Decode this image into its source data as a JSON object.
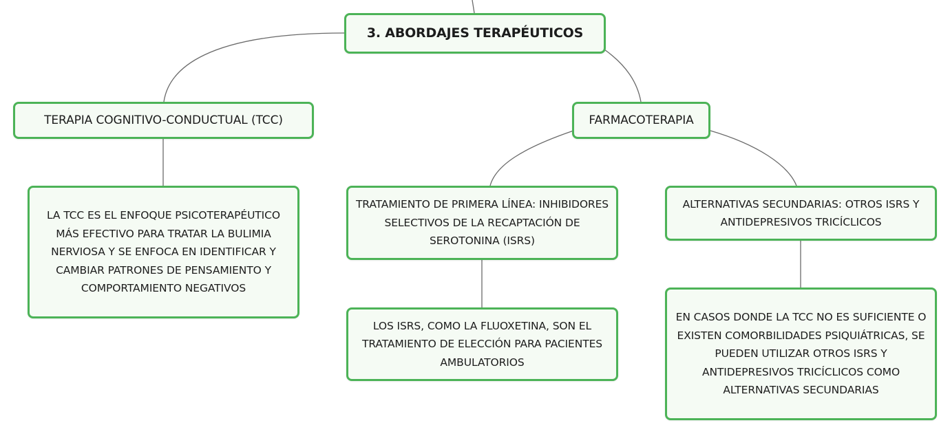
{
  "mindmap": {
    "root": {
      "label": "3. ABORDAJES TERAPÉUTICOS"
    },
    "branches": {
      "tcc": {
        "label": "TERAPIA COGNITIVO-CONDUCTUAL (TCC)",
        "description": "LA TCC ES EL ENFOQUE PSICOTERAPÉUTICO MÁS EFECTIVO PARA TRATAR LA BULIMIA NERVIOSA Y SE ENFOCA EN IDENTIFICAR Y CAMBIAR PATRONES DE PENSAMIENTO Y COMPORTAMIENTO NEGATIVOS"
      },
      "farmacoterapia": {
        "label": "FARMACOTERAPIA",
        "primera_linea": {
          "label": "TRATAMIENTO DE PRIMERA LÍNEA: INHIBIDORES SELECTIVOS DE LA RECAPTACIÓN DE SEROTONINA (ISRS)",
          "description": "LOS ISRS, COMO LA FLUOXETINA, SON EL TRATAMIENTO DE ELECCIÓN PARA PACIENTES AMBULATORIOS"
        },
        "alternativas": {
          "label": "ALTERNATIVAS SECUNDARIAS: OTROS ISRS Y ANTIDEPRESIVOS TRICÍCLICOS",
          "description": "EN CASOS DONDE LA TCC NO ES SUFICIENTE O EXISTEN COMORBILIDADES PSIQUIÁTRICAS, SE PUEDEN UTILIZAR OTROS ISRS Y ANTIDEPRESIVOS TRICÍCLICOS COMO ALTERNATIVAS SECUNDARIAS"
        }
      }
    }
  },
  "colors": {
    "node_border": "#4cb357",
    "node_fill": "#f5fbf4",
    "connector": "#6a6a6a",
    "text": "#1c1c1c"
  }
}
